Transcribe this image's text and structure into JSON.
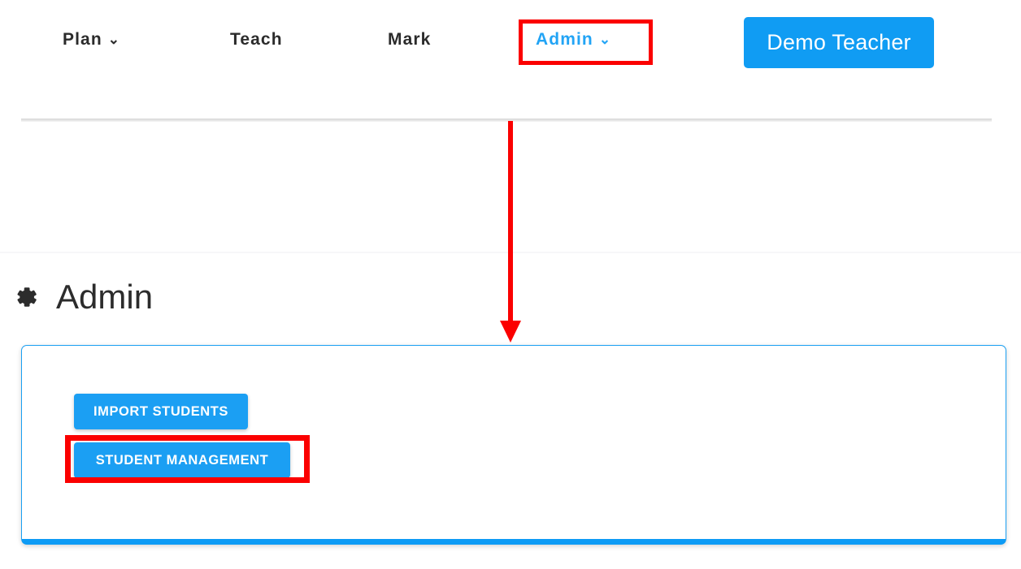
{
  "nav": {
    "items": [
      {
        "label": "Plan",
        "caret": "⌄",
        "has_caret": true,
        "active": false
      },
      {
        "label": "Teach",
        "caret": "",
        "has_caret": false,
        "active": false
      },
      {
        "label": "Mark",
        "caret": "",
        "has_caret": false,
        "active": false
      },
      {
        "label": "Admin",
        "caret": "⌄",
        "has_caret": true,
        "active": true
      }
    ],
    "user_button_label": "Demo Teacher",
    "active_color": "#22a4f5",
    "user_button_color": "#109cf3"
  },
  "page": {
    "title": "Admin",
    "icon": "gear-icon"
  },
  "card": {
    "buttons": [
      {
        "label": "IMPORT STUDENTS",
        "color": "#1b9ff3",
        "highlighted": false
      },
      {
        "label": "STUDENT MANAGEMENT",
        "color": "#1b9ff3",
        "highlighted": true
      }
    ],
    "border_color": "#1ba0f2",
    "accent_color": "#0d9bf5"
  },
  "annotations": {
    "highlight_color": "#fb0000",
    "arrow_color": "#fb0000",
    "boxes": [
      {
        "target": "nav-admin",
        "name": "admin-nav-highlight"
      },
      {
        "target": "btn-student-management",
        "name": "student-management-highlight"
      }
    ],
    "arrow": {
      "name": "guide-arrow",
      "direction": "down",
      "from": "admin-nav",
      "to": "admin-card"
    }
  }
}
